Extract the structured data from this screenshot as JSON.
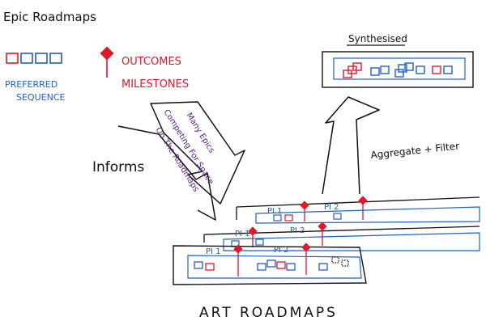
{
  "title": "Epic Roadmaps",
  "legend": {
    "preferred_line1": "PREFERRED",
    "preferred_line2": "SEQUENCE",
    "outcomes": "OUTCOMES",
    "milestones": "MILESTONES"
  },
  "labels": {
    "synthesised": "Synthesised",
    "aggregate": "Aggregate + Filter",
    "informs": "Informs",
    "many_epics": "Many Epics",
    "competing": "Competing For Space",
    "on_roadmaps": "On The Roadmaps",
    "art_roadmaps": "ART ROADMAPS"
  },
  "pi": {
    "pi1": "PI 1",
    "pi2": "PI 2"
  },
  "colors": {
    "ink": "#111111",
    "blue": "#1f5fc9",
    "red": "#e0182a",
    "purple": "#5a1c8a"
  }
}
